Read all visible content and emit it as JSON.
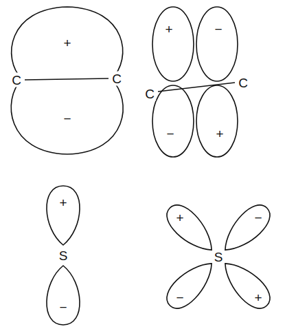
{
  "diagram": {
    "labels": [
      "+",
      "C",
      "C",
      "−",
      "+",
      "−",
      "C",
      "C",
      "−",
      "+",
      "+",
      "S",
      "−",
      "+",
      "−",
      "S",
      "−",
      "+"
    ]
  }
}
